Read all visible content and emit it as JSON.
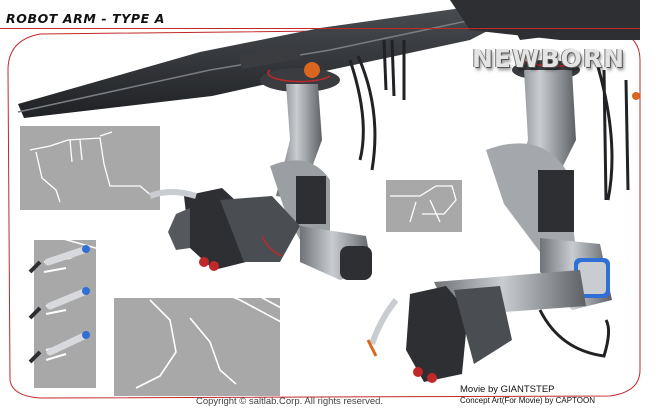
{
  "header": {
    "title": "ROBOT ARM - TYPE A"
  },
  "brand": {
    "logo_text": "NEWBORN"
  },
  "credits": {
    "movie": "Movie  by GIANTSTEP",
    "concept_art": "Concept Art(For Movie) by CAPTOON"
  },
  "footer": {
    "copyright": "Copyright © saltlab.Corp. All rights reserved."
  },
  "colors": {
    "frame": "#c0282a",
    "panel": "#a8a8a8",
    "metal": "#8f9398",
    "dark": "#2d2f33",
    "accent_blue": "#2f6fd6",
    "accent_orange": "#d9661f"
  }
}
